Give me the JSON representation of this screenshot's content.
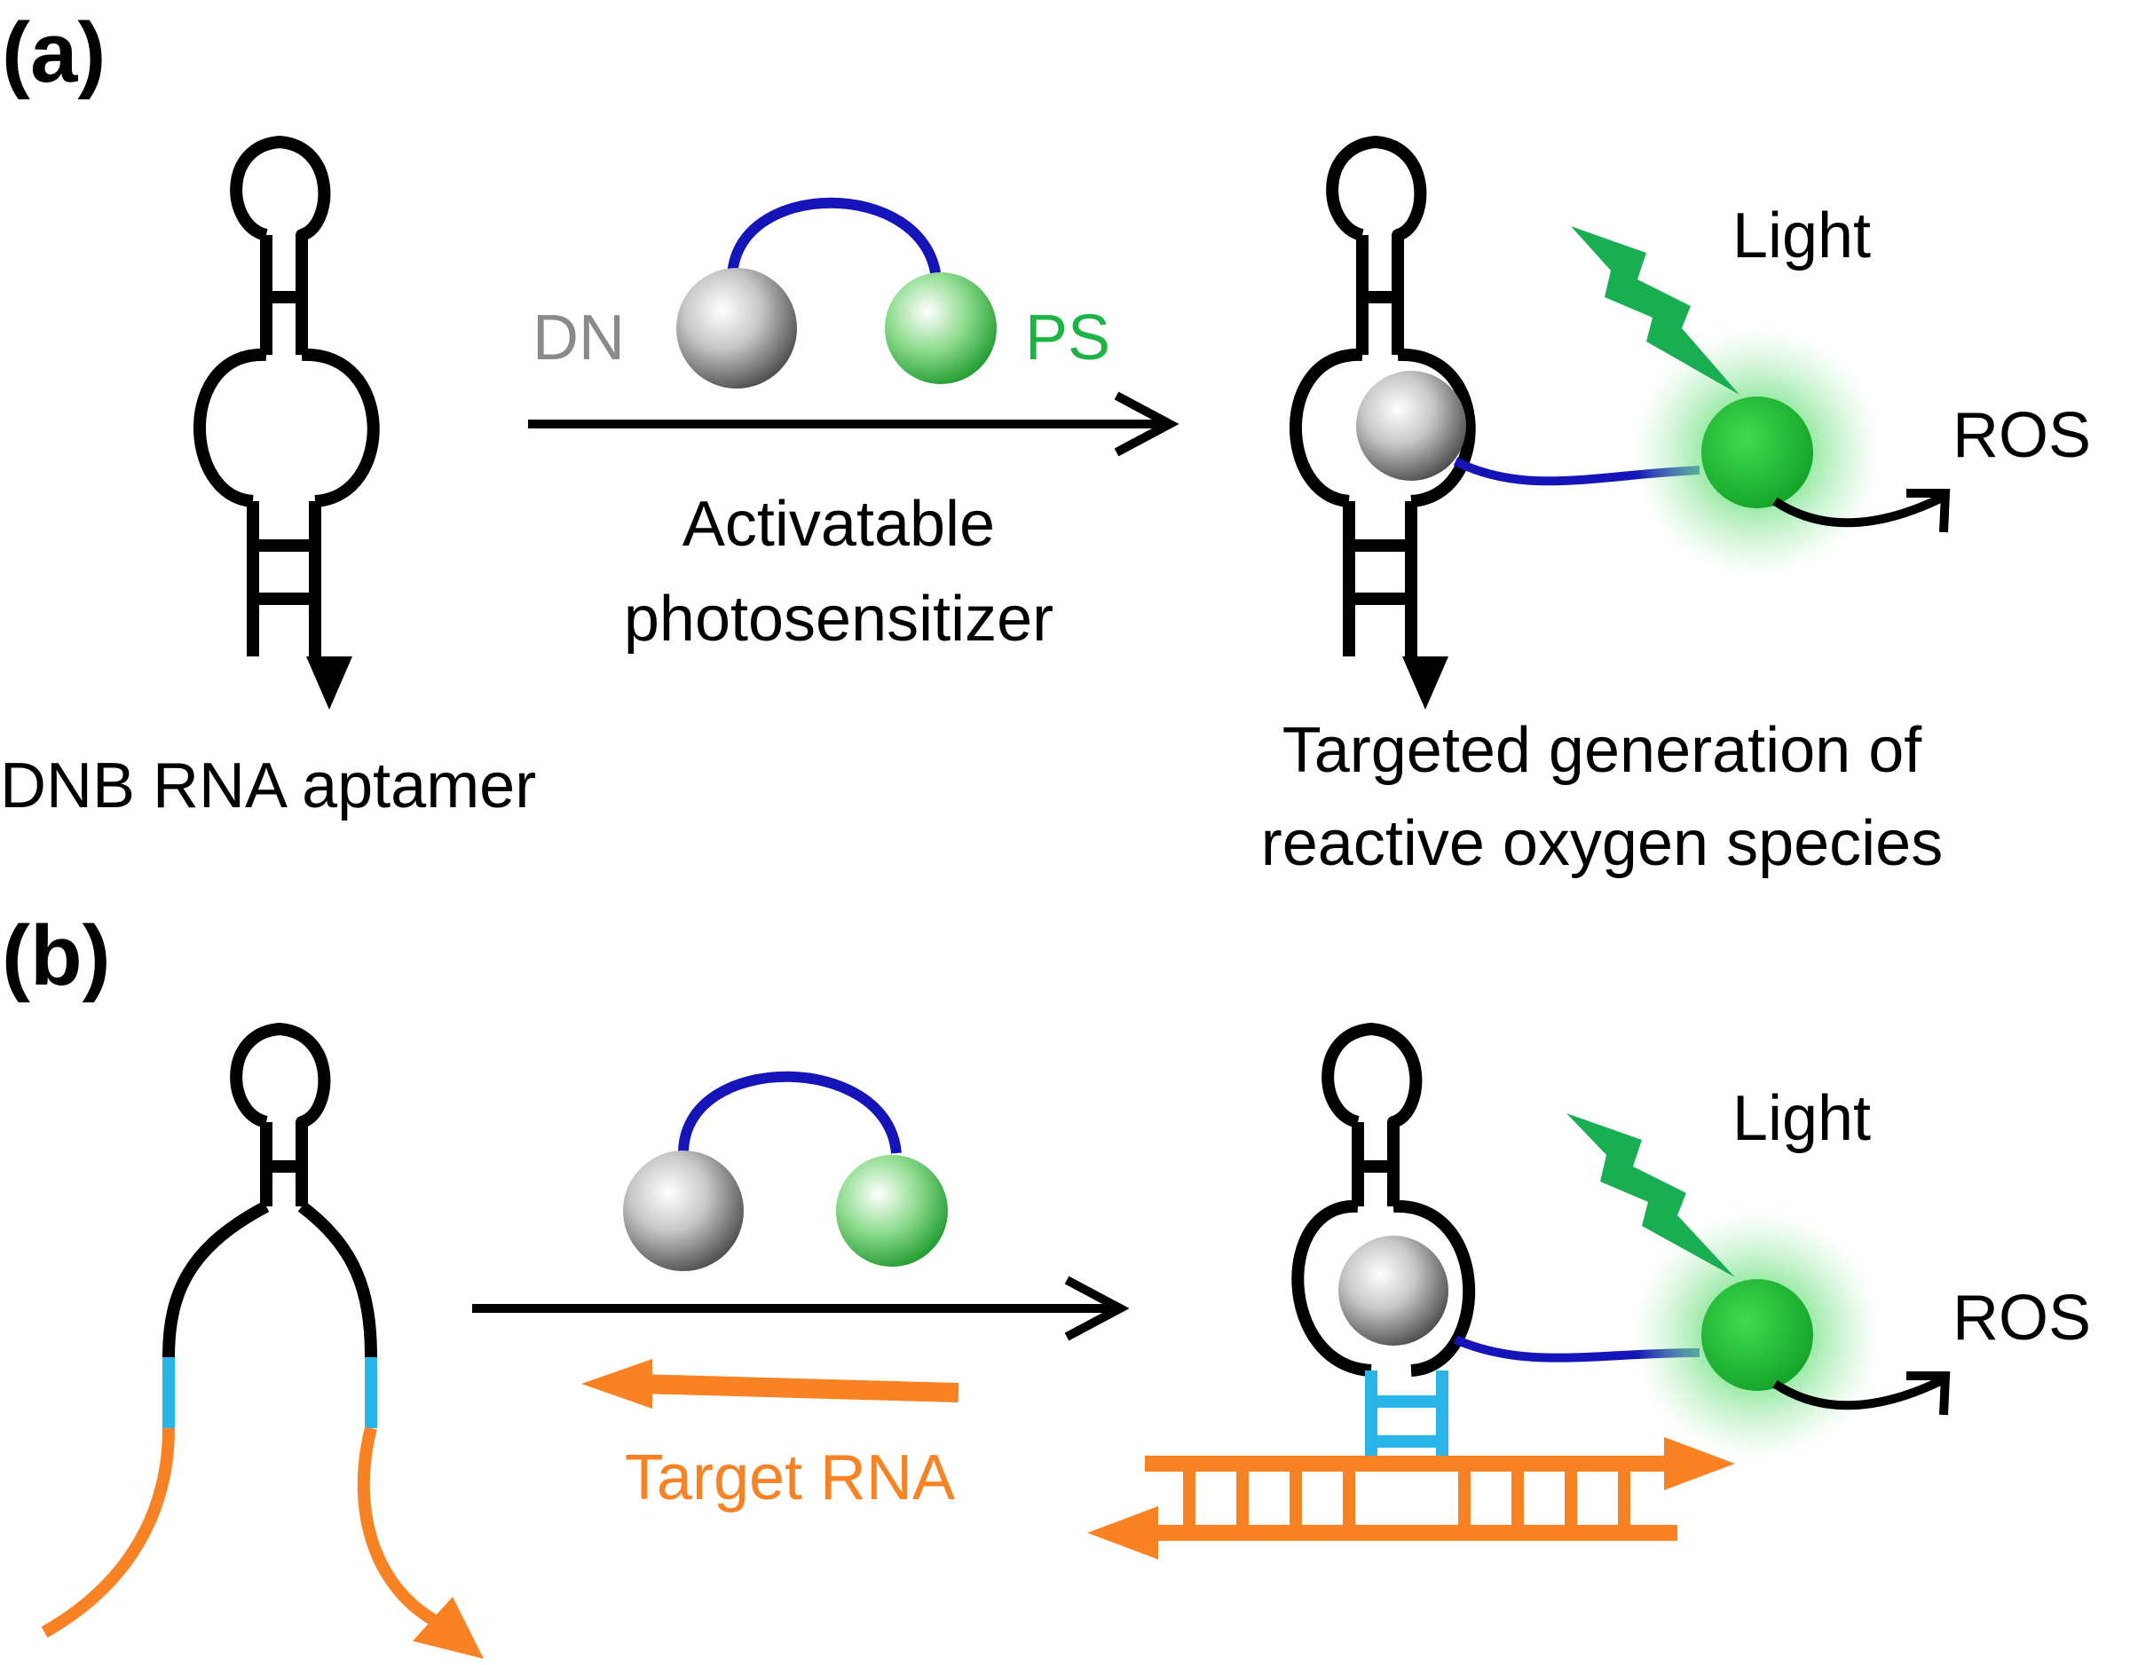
{
  "panels": {
    "a": {
      "label": "(a)",
      "aptamer_label": "DNB RNA aptamer",
      "dn_label": "DN",
      "ps_label": "PS",
      "arrow_label_line1": "Activatable",
      "arrow_label_line2": "photosensitizer",
      "light_label": "Light",
      "ros_label": "ROS",
      "result_line1": "Targeted generation of",
      "result_line2": "reactive oxygen species"
    },
    "b": {
      "label": "(b)",
      "target_label": "Target RNA",
      "light_label": "Light",
      "ros_label": "ROS"
    }
  },
  "colors": {
    "strand": "#000000",
    "linker": "#1414b8",
    "dn_text": "#8a8a8a",
    "ps_text": "#1db345",
    "photosensitizer": "#2cc443",
    "lightning": "#1aae52",
    "target_rna": "#f98324",
    "hybrid": "#29b5e8"
  },
  "icons": [
    "lightning-icon",
    "dinitroaniline-sphere",
    "photosensitizer-sphere"
  ]
}
